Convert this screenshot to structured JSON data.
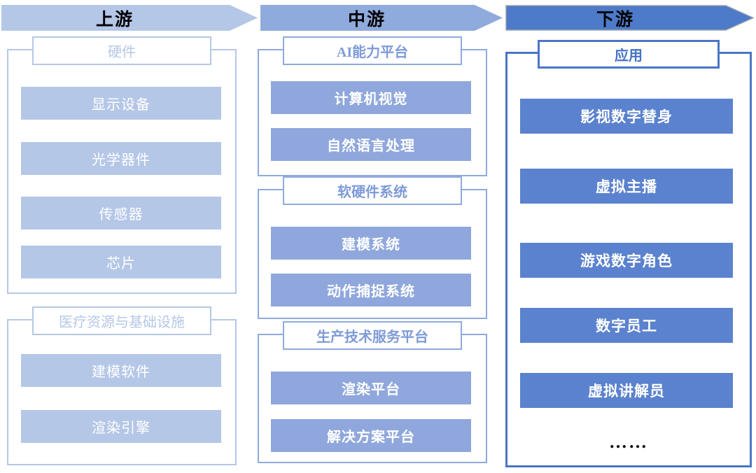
{
  "palette": {
    "upstream_fill": "#b4c7e7",
    "midstream_fill": "#8faadc",
    "downstream_fill": "#4d7ac9",
    "downstream_item_fill": "#5b82ce",
    "downstream_border": "#4472c4",
    "arrow_outline": "#9aa3ad",
    "item_text": "#ffffff",
    "arrow_text": "#000000"
  },
  "stages": [
    {
      "label": "上游"
    },
    {
      "label": "中游"
    },
    {
      "label": "下游"
    }
  ],
  "columns": [
    {
      "name": "upstream",
      "groups": [
        {
          "title": "硬件",
          "items": [
            "显示设备",
            "光学器件",
            "传感器",
            "芯片"
          ]
        },
        {
          "title": "医疗资源与基础设施",
          "items": [
            "建模软件",
            "渲染引擎"
          ]
        }
      ]
    },
    {
      "name": "midstream",
      "groups": [
        {
          "title": "AI能力平台",
          "items": [
            "计算机视觉",
            "自然语言处理"
          ]
        },
        {
          "title": "软硬件系统",
          "items": [
            "建模系统",
            "动作捕捉系统"
          ]
        },
        {
          "title": "生产技术服务平台",
          "items": [
            "渲染平台",
            "解决方案平台"
          ]
        }
      ]
    },
    {
      "name": "downstream",
      "groups": [
        {
          "title": "应用",
          "items": [
            "影视数字替身",
            "虚拟主播",
            "游戏数字角色",
            "数字员工",
            "虚拟讲解员"
          ],
          "more": "……"
        }
      ]
    }
  ]
}
